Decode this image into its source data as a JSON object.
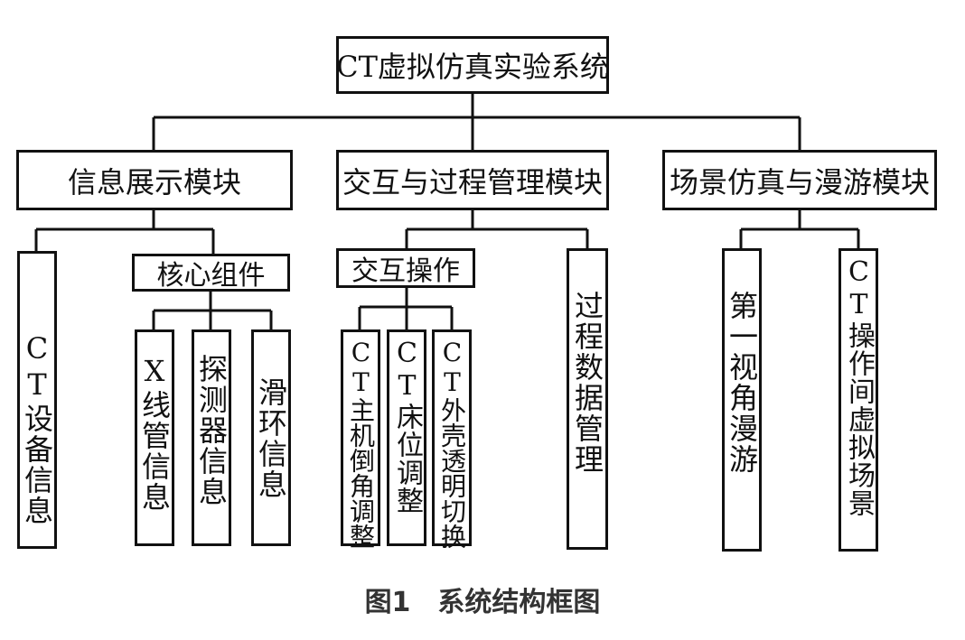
{
  "root": "CT虚拟仿真实验系统",
  "modules": {
    "info": "信息展示模块",
    "interaction": "交互与过程管理模块",
    "scene": "场景仿真与漫游模块"
  },
  "submodules": {
    "core": "核心组件",
    "interact_ops": "交互操作"
  },
  "leaves": {
    "ct_device_info": "CT设备信息",
    "xray_tube_info": "X线管信息",
    "detector_info": "探测器信息",
    "slip_ring_info": "滑环信息",
    "gantry_tilt": "CT主机倒角调整",
    "bed_position": "CT床位调整",
    "shell_transparency": "CT外壳透明切换",
    "process_data": "过程数据管理",
    "first_person": "第一视角漫游",
    "virtual_room": "CT操作间虚拟场景"
  },
  "caption": "图1　系统结构框图"
}
